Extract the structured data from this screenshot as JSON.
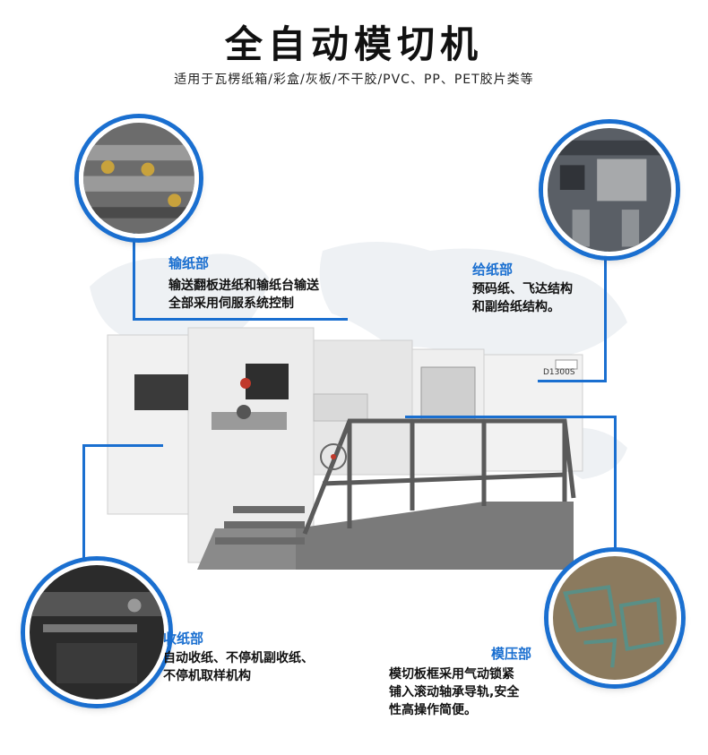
{
  "header": {
    "title": "全自动模切机",
    "subtitle": "适用于瓦楞纸箱/彩盒/灰板/不干胶/PVC、PP、PET胶片类等"
  },
  "machine": {
    "model_label": "D1300S"
  },
  "features": {
    "transport": {
      "title": "输纸部",
      "lines": [
        "输送翻板进纸和输纸台输送",
        "全部采用伺服系统控制"
      ]
    },
    "feeder": {
      "title": "给纸部",
      "lines": [
        "预码纸、飞达结构",
        "和副给纸结构。"
      ]
    },
    "delivery": {
      "title": "收纸部",
      "lines": [
        "自动收纸、不停机副收纸、",
        "不停机取样机构"
      ]
    },
    "die": {
      "title": "模压部",
      "lines": [
        "模切板框采用气动锁紧",
        "铺入滚动轴承导轨,安全",
        "性高操作简便。"
      ]
    }
  },
  "colors": {
    "accent": "#1a6fd0",
    "machine_body": "#e9e9e9",
    "platform": "#7a7a7a"
  }
}
